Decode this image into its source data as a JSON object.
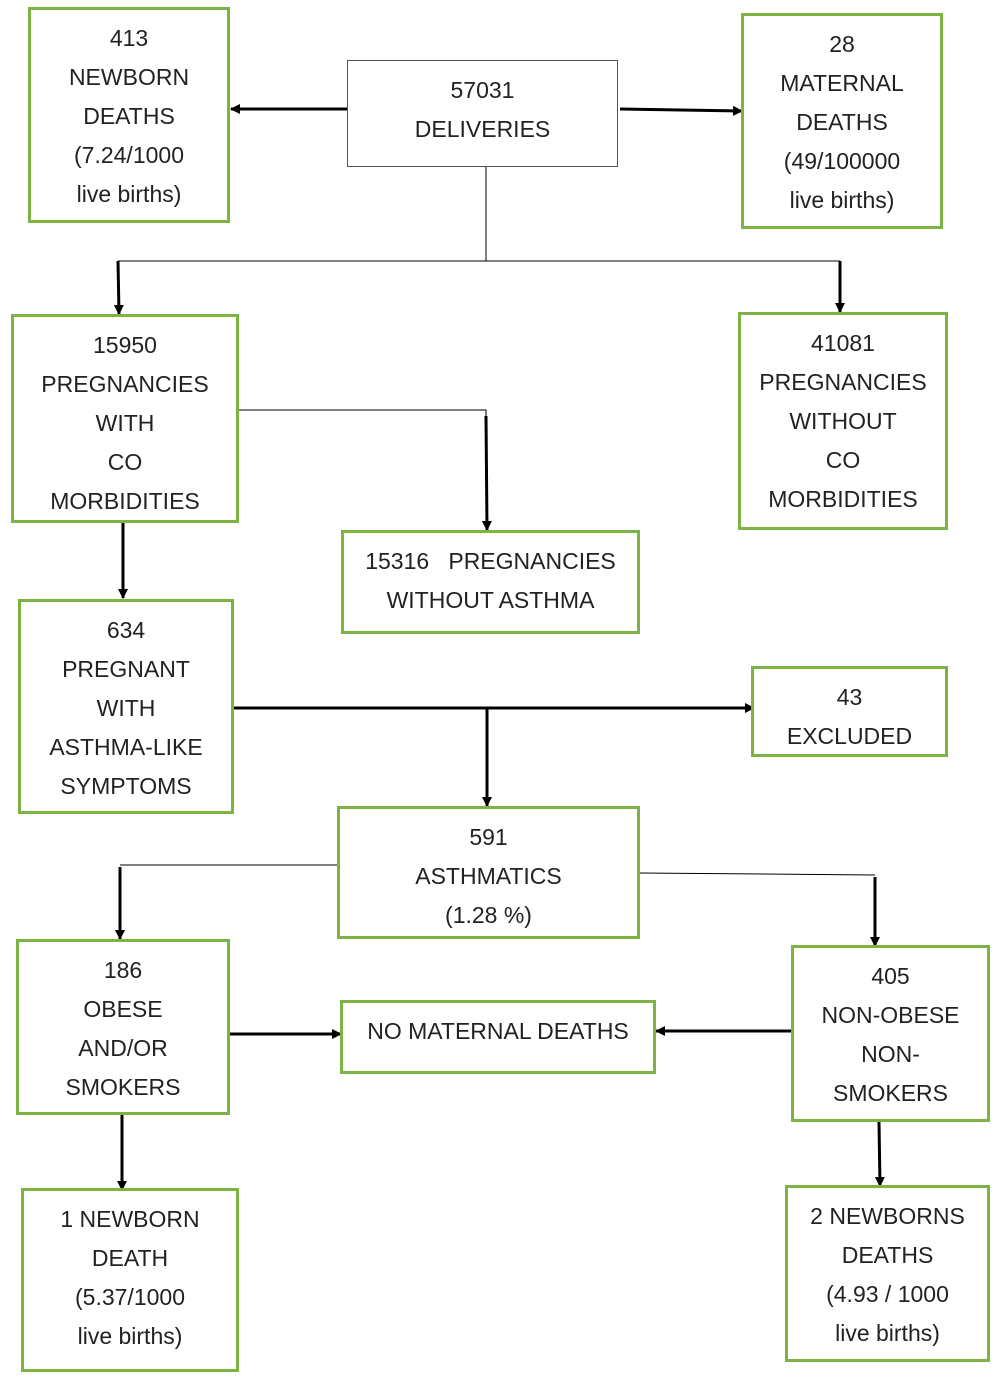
{
  "boxes": {
    "deliveries": {
      "lines": [
        "57031",
        "DELIVERIES"
      ]
    },
    "newborn_deaths": {
      "lines": [
        "413",
        "NEWBORN",
        "DEATHS",
        "(7.24/1000",
        "live births)"
      ]
    },
    "maternal_deaths": {
      "lines": [
        "28",
        "MATERNAL",
        "DEATHS",
        "(49/100000",
        "live births)"
      ]
    },
    "with_comorbidities": {
      "lines": [
        "15950",
        "PREGNANCIES",
        "WITH",
        "CO",
        "MORBIDITIES"
      ]
    },
    "without_comorbidities": {
      "lines": [
        "41081",
        "PREGNANCIES",
        "WITHOUT",
        "CO",
        "MORBIDITIES"
      ]
    },
    "without_asthma": {
      "lines": [
        "15316   PREGNANCIES",
        "WITHOUT ASTHMA"
      ]
    },
    "asthma_like": {
      "lines": [
        "634",
        "PREGNANT",
        "WITH",
        "ASTHMA-LIKE",
        "SYMPTOMS"
      ]
    },
    "excluded": {
      "lines": [
        "43",
        "EXCLUDED"
      ]
    },
    "asthmatics": {
      "lines": [
        "591",
        "ASTHMATICS",
        "(1.28 %)"
      ]
    },
    "obese_smokers": {
      "lines": [
        "186",
        "OBESE",
        "AND/OR",
        "SMOKERS"
      ]
    },
    "no_maternal_deaths": {
      "lines": [
        "NO MATERNAL DEATHS"
      ]
    },
    "non_obese": {
      "lines": [
        "405",
        "NON-OBESE",
        "NON-",
        "SMOKERS"
      ]
    },
    "one_newborn_death": {
      "lines": [
        "1 NEWBORN",
        "DEATH",
        "(5.37/1000",
        "live births)"
      ]
    },
    "two_newborn_deaths": {
      "lines": [
        "2 NEWBORNS",
        "DEATHS",
        "(4.93 / 1000",
        "live births)"
      ]
    }
  },
  "colors": {
    "box_border": "#7cb342",
    "root_border": "#555555",
    "arrow": "#000000"
  }
}
